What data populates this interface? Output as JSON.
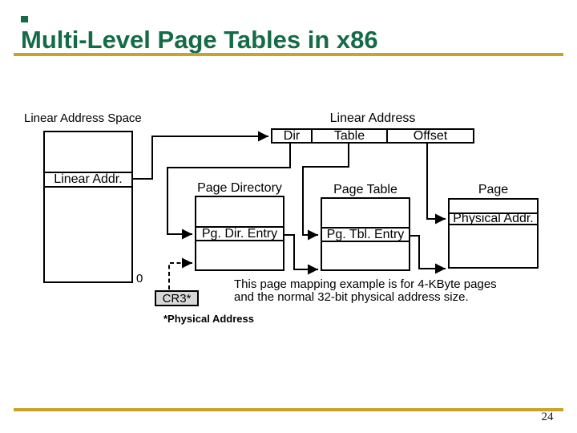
{
  "slide": {
    "title": "Multi-Level Page Tables in x86",
    "page_number": "24",
    "colors": {
      "title_green": "#156b47",
      "accent_gold": "#c9a22c",
      "cr3_fill": "#d8d8d8",
      "line_black": "#000000"
    }
  },
  "diagram": {
    "linear_address_space": {
      "label": "Linear Address Space",
      "row_label": "Linear Addr.",
      "zero_label": "0"
    },
    "linear_address": {
      "label": "Linear Address",
      "fields": [
        "Dir",
        "Table",
        "Offset"
      ]
    },
    "page_directory": {
      "label": "Page Directory",
      "entry_label": "Pg. Dir. Entry"
    },
    "page_table": {
      "label": "Page Table",
      "entry_label": "Pg. Tbl. Entry"
    },
    "page": {
      "label": "Page",
      "entry_label": "Physical Addr."
    },
    "cr3": {
      "label": "CR3*"
    },
    "footnote": "*Physical Address",
    "caption_line1": "This page mapping example is for 4-KByte pages",
    "caption_line2": "and the normal 32-bit physical address size."
  }
}
